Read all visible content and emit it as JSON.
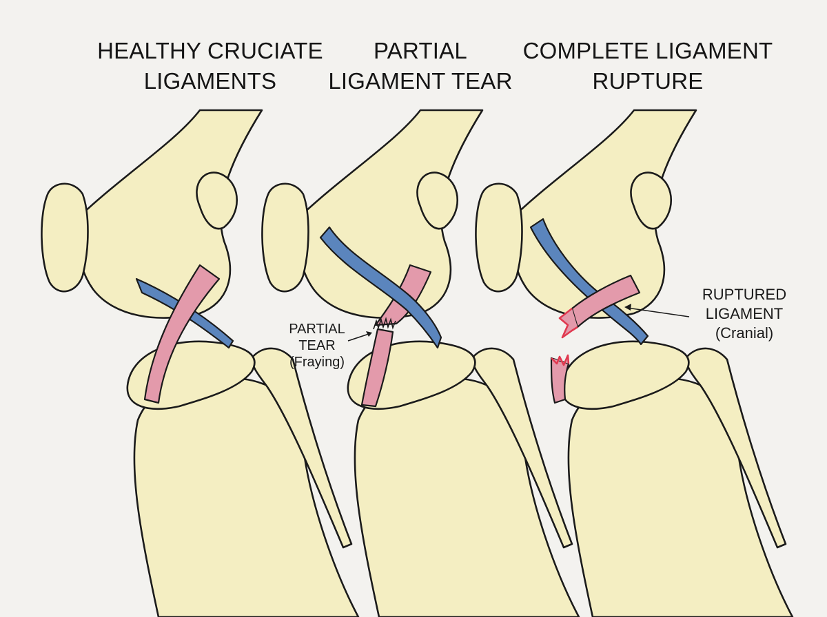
{
  "panels": [
    {
      "title_line1": "HEALTHY CRUCIATE",
      "title_line2": "LIGAMENTS"
    },
    {
      "title_line1": "PARTIAL",
      "title_line2": "LIGAMENT TEAR"
    },
    {
      "title_line1": "COMPLETE LIGAMENT",
      "title_line2": "RUPTURE"
    }
  ],
  "callouts": {
    "partial": {
      "line1": "PARTIAL",
      "line2": "TEAR",
      "line3": "(Fraying)"
    },
    "ruptured": {
      "line1": "RUPTURED",
      "line2": "LIGAMENT",
      "line3": "(Cranial)"
    }
  },
  "colors": {
    "background": "#f3f2ef",
    "bone": "#f4eec2",
    "outline": "#1b1b1b",
    "cranial_ligament": "#e39aab",
    "caudal_ligament": "#5b85bd",
    "tear_edge": "#e0394f"
  }
}
